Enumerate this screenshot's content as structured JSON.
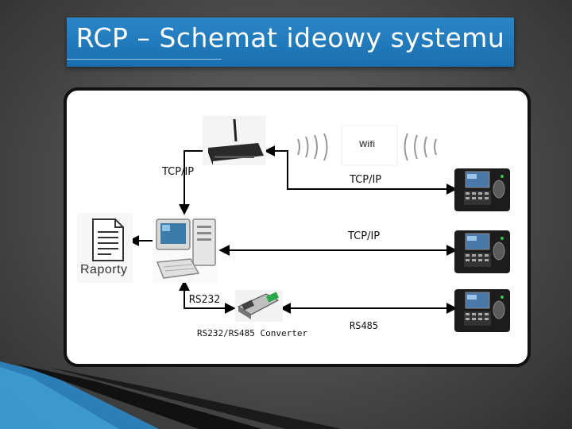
{
  "title": "RCP – Schemat ideowy systemu",
  "labels": {
    "tcpip_router_pc": "TCP/IP",
    "tcpip_router_terminal": "TCP/IP",
    "tcpip_pc_terminal": "TCP/IP",
    "rs232": "RS232",
    "converter": "RS232/RS485 Converter",
    "rs485": "RS485",
    "reports": "Raporty",
    "wifi": "Wifi"
  },
  "icons": [
    "wifi-router-icon",
    "computer-icon",
    "report-document-icon",
    "converter-icon",
    "terminal-icon"
  ]
}
